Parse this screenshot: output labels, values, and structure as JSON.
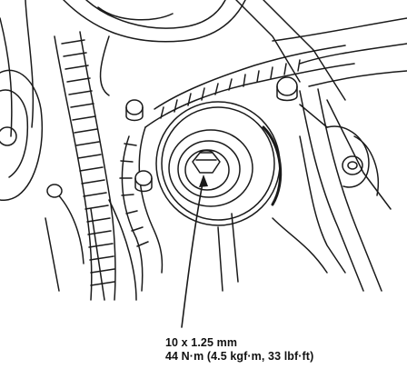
{
  "diagram": {
    "callout": {
      "bolt_size": "10 x 1.25 mm",
      "torque": "44 N·m (4.5 kgf·m, 33 lbf·ft)"
    },
    "colors": {
      "ink": "#1a1a1a",
      "paper": "#ffffff"
    },
    "parts": [
      "timing-belt",
      "tensioner-pulley",
      "tensioner-bolt",
      "engine-block",
      "cam-pulley",
      "mounting-bolt"
    ]
  }
}
